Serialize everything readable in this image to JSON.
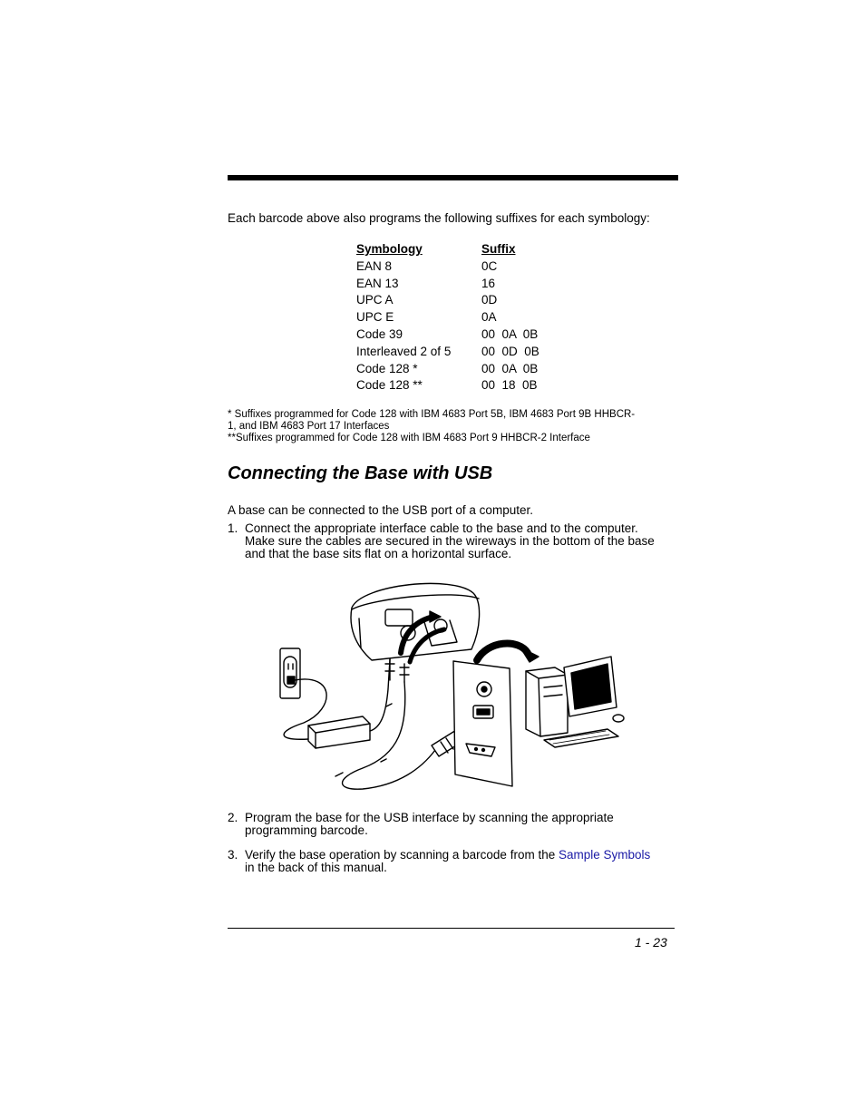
{
  "intro_text": "Each barcode above also programs the following suffixes for each symbology:",
  "table": {
    "headers": [
      "Symbology",
      "Suffix"
    ],
    "rows": [
      {
        "symbology": "EAN 8",
        "suffix": "0C"
      },
      {
        "symbology": "EAN 13",
        "suffix": "16"
      },
      {
        "symbology": "UPC A",
        "suffix": "0D"
      },
      {
        "symbology": "UPC E",
        "suffix": "0A"
      },
      {
        "symbology": "Code 39",
        "suffix": "00  0A  0B"
      },
      {
        "symbology": "Interleaved 2 of 5",
        "suffix": "00  0D  0B"
      },
      {
        "symbology": "Code 128 *",
        "suffix": "00  0A  0B"
      },
      {
        "symbology": "Code 128 **",
        "suffix": "00  18  0B"
      }
    ]
  },
  "footnotes": {
    "single_star_line1": "* Suffixes programmed for Code 128 with IBM 4683 Port 5B, IBM 4683 Port 9B HHBCR-",
    "single_star_line2": "1, and IBM 4683 Port 17 Interfaces",
    "double_star": "**Suffixes programmed for Code 128 with IBM 4683 Port 9 HHBCR-2 Interface"
  },
  "section_heading": "Connecting the Base with USB",
  "section_intro": "A base can be connected to the USB port of a computer.",
  "steps": [
    {
      "number": "1.",
      "lines": [
        "Connect the appropriate interface cable to the base and to the computer.",
        "Make sure the cables are secured in the wireways in the bottom of the base",
        "and that the base sits flat on a horizontal surface."
      ]
    },
    {
      "number": "2.",
      "lines": [
        "Program the base for the USB interface by scanning the appropriate",
        "programming barcode."
      ]
    },
    {
      "number": "3.",
      "text_before_link": "Verify the base operation by scanning a barcode from the ",
      "link_text": "Sample Symbols",
      "line2": "in the back of this manual."
    }
  ],
  "page_number": "1 - 23",
  "colors": {
    "link": "#1a1aa6",
    "text": "#000000"
  }
}
